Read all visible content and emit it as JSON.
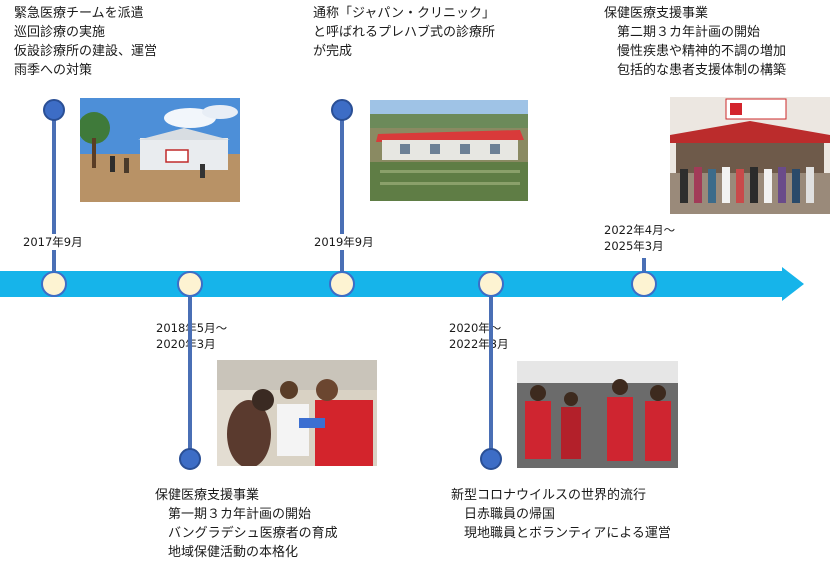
{
  "events": [
    {
      "id": "2017",
      "date": [
        "2017年9月"
      ],
      "text": [
        "緊急医療チームを派遣",
        "巡回診療の実施",
        "仮設診療所の建設、運営",
        "雨季への対策"
      ]
    },
    {
      "id": "2018",
      "date": [
        "2018年5月～",
        "2020年3月"
      ],
      "text": [
        "保健医療支援事業",
        "　第一期３カ年計画の開始",
        "　バングラデシュ医療者の育成",
        "　地域保健活動の本格化"
      ]
    },
    {
      "id": "2019",
      "date": [
        "2019年9月"
      ],
      "text": [
        "通称「ジャパン・クリニック」",
        "と呼ばれるプレハブ式の診療所",
        "が完成"
      ]
    },
    {
      "id": "2020",
      "date": [
        "2020年～",
        "2022年3月"
      ],
      "text": [
        "新型コロナウイルスの世界的流行",
        "　日赤職員の帰国",
        "　現地職員とボランティアによる運営"
      ]
    },
    {
      "id": "2022",
      "date": [
        "2022年4月～",
        "2025年3月"
      ],
      "text": [
        "保健医療支援事業",
        "　第二期３カ年計画の開始",
        "　慢性疾患や精神的不調の増加",
        "　包括的な患者支援体制の構築"
      ]
    }
  ],
  "colors": {
    "arrow": "#16b4ea",
    "stem": "#4a6fb5",
    "dot_top": "#3d6dc6",
    "dot_axis_fill": "#fdf3d2"
  }
}
